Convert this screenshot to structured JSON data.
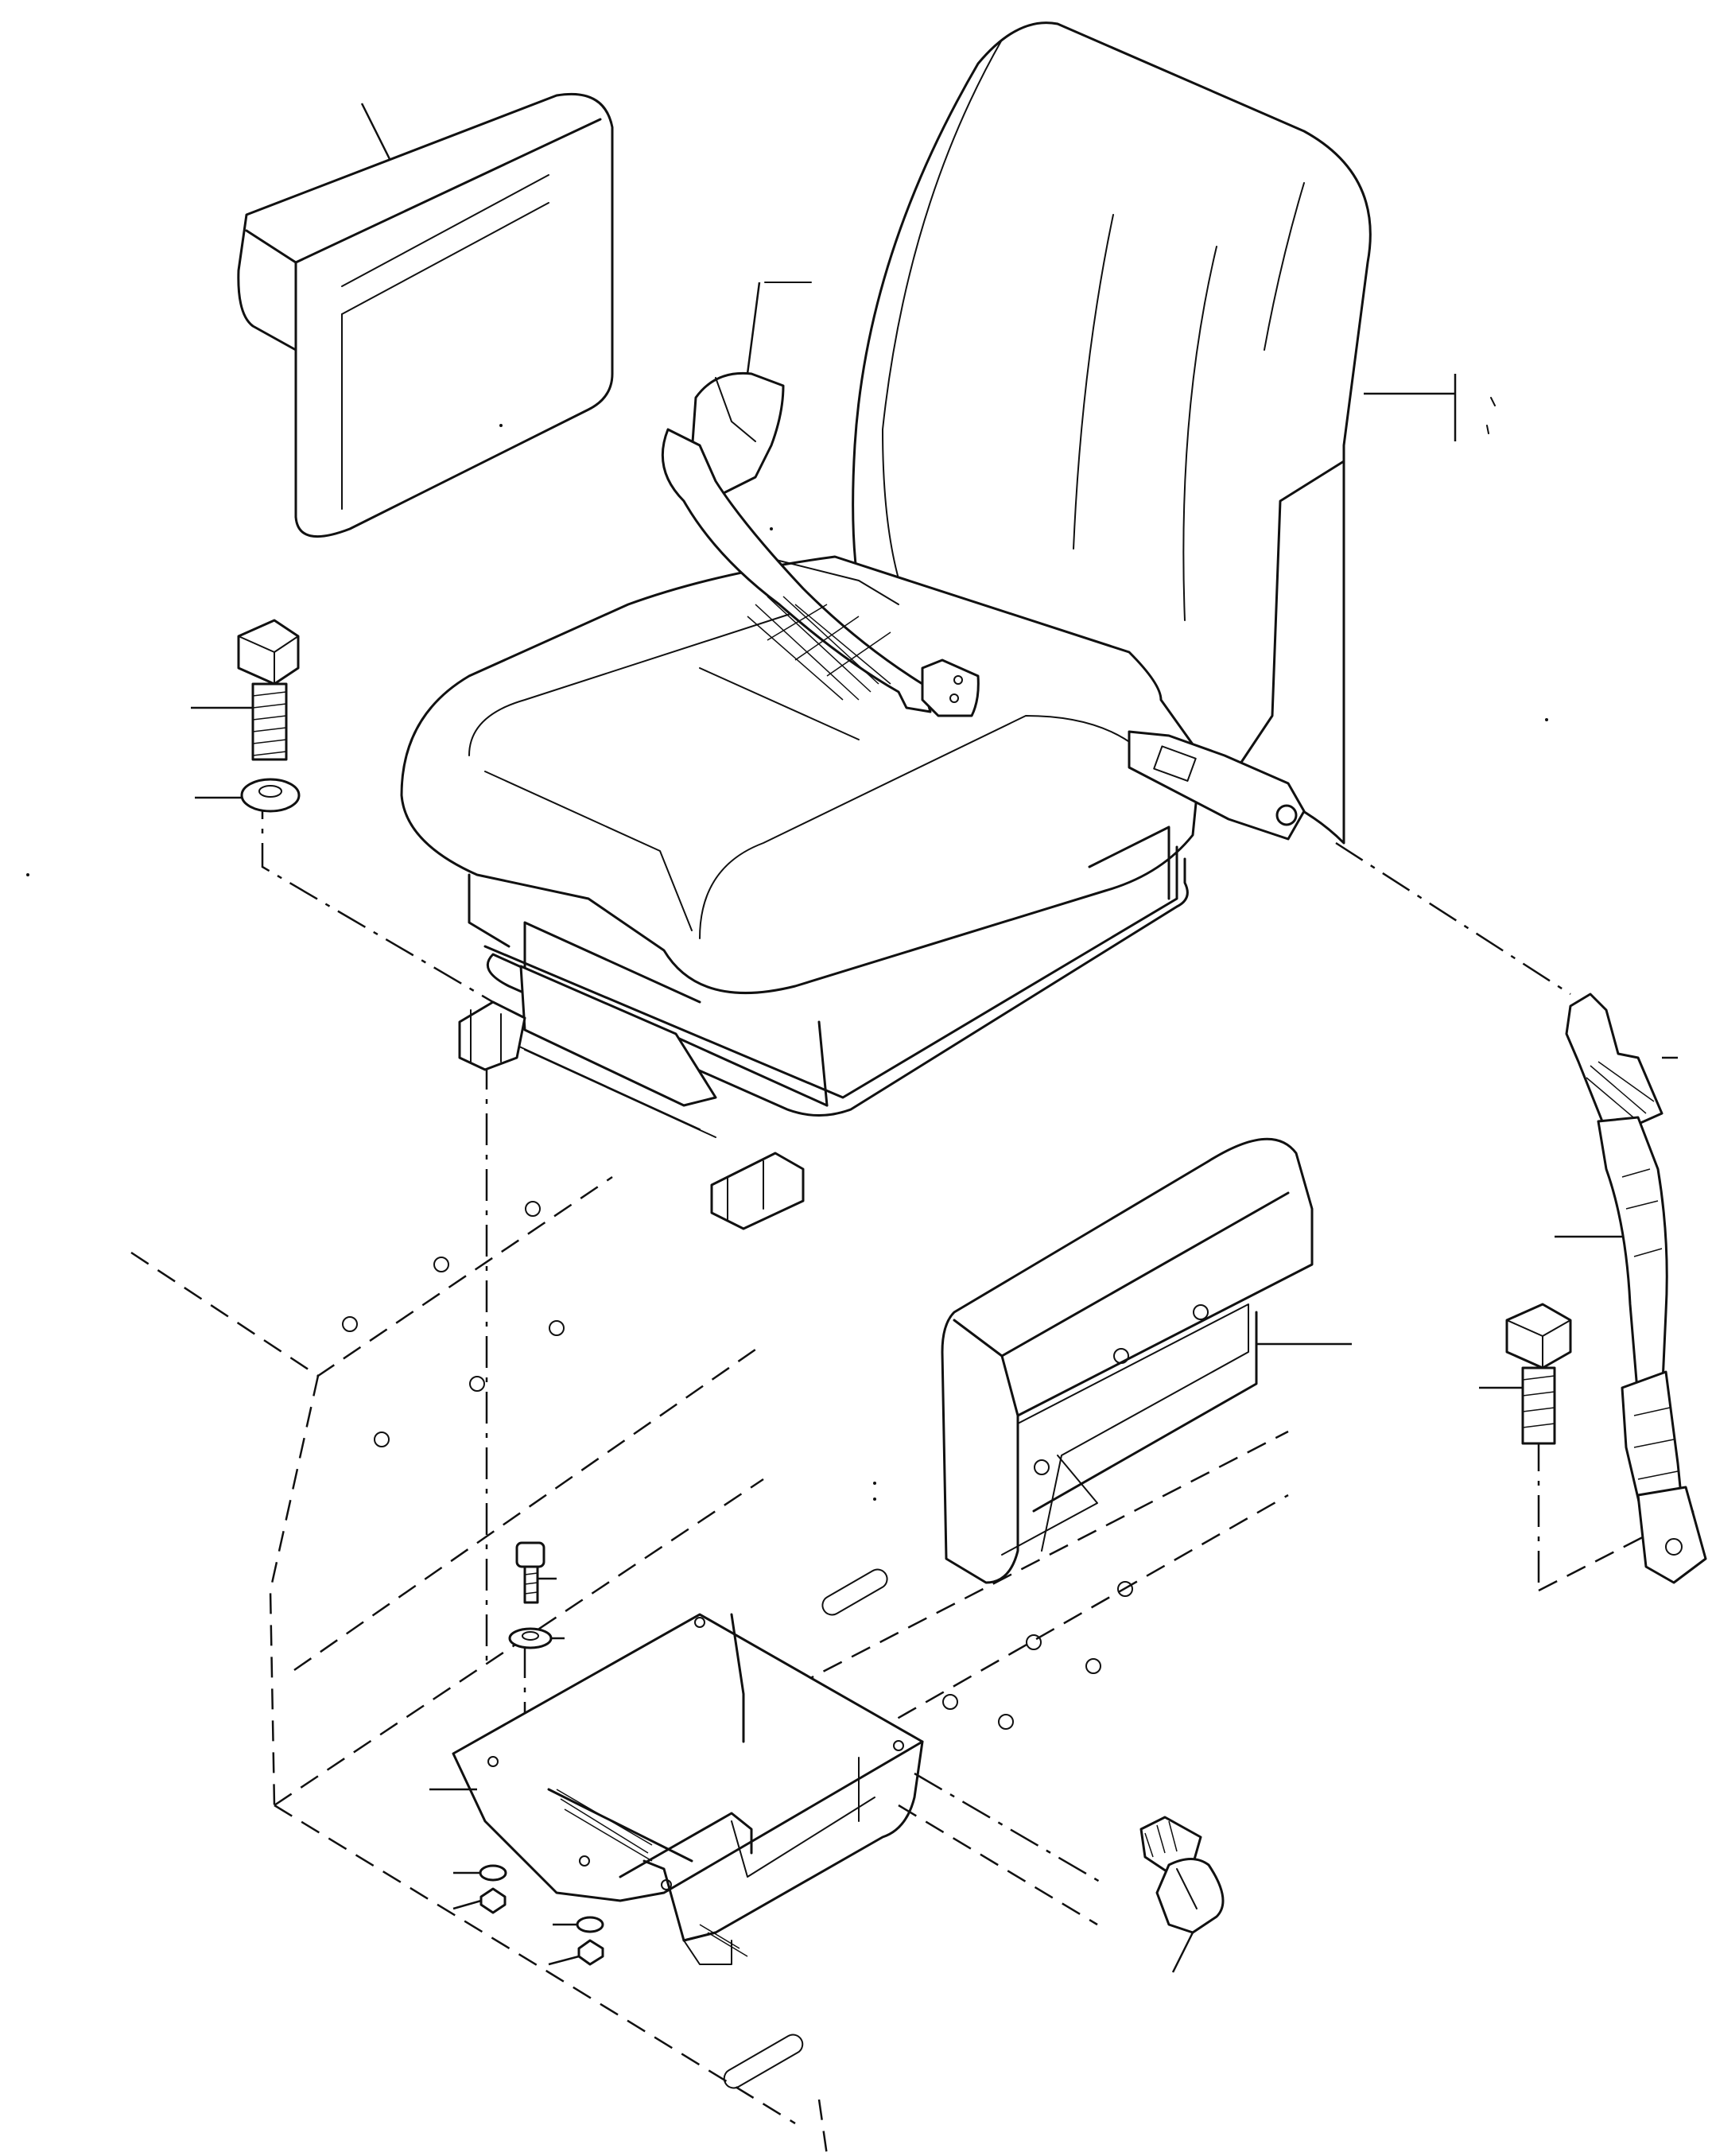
{
  "diagram": {
    "type": "exploded-parts-view",
    "parts": [
      "left-armrest",
      "seat-assembly",
      "seat-belt-buckle",
      "seat-belt-tongue",
      "seat-belt-strap",
      "right-armrest",
      "seat-mounting-bracket",
      "mounting-bolt",
      "washer",
      "nut"
    ],
    "line_color": "#111111",
    "background": "#ffffff"
  }
}
